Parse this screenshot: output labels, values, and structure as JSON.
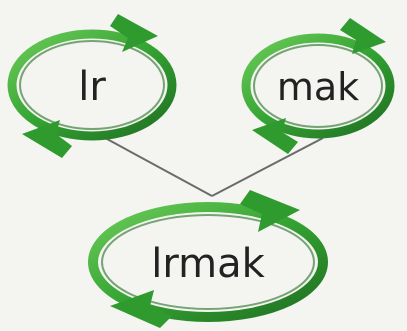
{
  "diagram": {
    "nodes": [
      {
        "id": "n1",
        "label": "lr"
      },
      {
        "id": "n2",
        "label": "mak"
      },
      {
        "id": "n3",
        "label": "lrmak"
      }
    ],
    "edges": [
      {
        "from": "n1",
        "to": "n3"
      },
      {
        "from": "n2",
        "to": "n3"
      }
    ]
  },
  "colors": {
    "ring_outer": "#2f9a2e",
    "ring_light": "#5fc34f",
    "ring_dark": "#1f6e22",
    "line": "#6b6b6b",
    "text": "#222222",
    "background": "#f4f4f1"
  }
}
